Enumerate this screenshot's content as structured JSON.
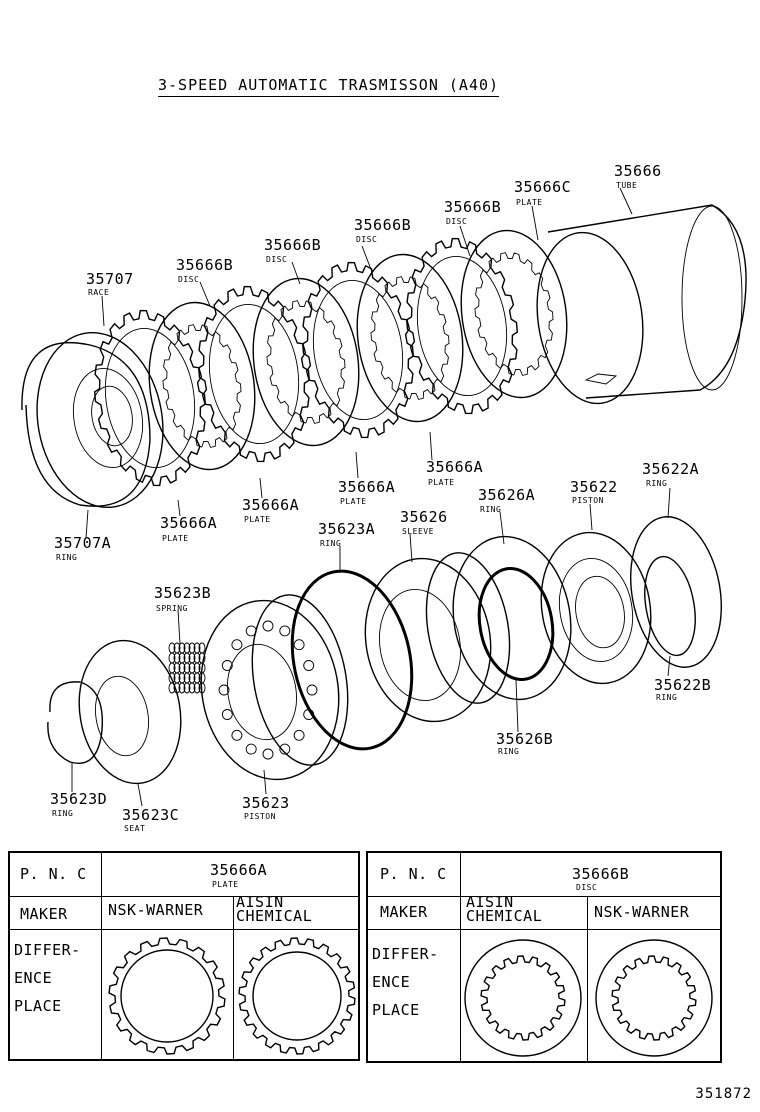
{
  "title": "3-SPEED AUTOMATIC TRASMISSON (A40)",
  "parts": [
    {
      "pnc": "35666",
      "name": "TUBE",
      "icon": "tube"
    },
    {
      "pnc": "35666C",
      "name": "PLATE",
      "icon": "plate"
    },
    {
      "pnc": "35666B",
      "name": "DISC",
      "icon": "disc"
    },
    {
      "pnc": "35666B",
      "name": "DISC",
      "icon": "disc"
    },
    {
      "pnc": "35666B",
      "name": "DISC",
      "icon": "disc"
    },
    {
      "pnc": "35666B",
      "name": "DISC",
      "icon": "disc"
    },
    {
      "pnc": "35707",
      "name": "RACE",
      "icon": "race"
    },
    {
      "pnc": "35666A",
      "name": "PLATE",
      "icon": "plate"
    },
    {
      "pnc": "35666A",
      "name": "PLATE",
      "icon": "plate"
    },
    {
      "pnc": "35666A",
      "name": "PLATE",
      "icon": "plate"
    },
    {
      "pnc": "35666A",
      "name": "PLATE",
      "icon": "plate"
    },
    {
      "pnc": "35707A",
      "name": "RING",
      "icon": "ring"
    },
    {
      "pnc": "35623A",
      "name": "RING",
      "icon": "ring"
    },
    {
      "pnc": "35626",
      "name": "SLEEVE",
      "icon": "sleeve"
    },
    {
      "pnc": "35626A",
      "name": "RING",
      "icon": "ring"
    },
    {
      "pnc": "35622",
      "name": "PISTON",
      "icon": "piston"
    },
    {
      "pnc": "35622A",
      "name": "RING",
      "icon": "ring"
    },
    {
      "pnc": "35623B",
      "name": "SPRING",
      "icon": "spring"
    },
    {
      "pnc": "35622B",
      "name": "RING",
      "icon": "ring"
    },
    {
      "pnc": "35626B",
      "name": "RING",
      "icon": "ring"
    },
    {
      "pnc": "35623D",
      "name": "RING",
      "icon": "ring"
    },
    {
      "pnc": "35623C",
      "name": "SEAT",
      "icon": "seat"
    },
    {
      "pnc": "35623",
      "name": "PISTON",
      "icon": "piston"
    }
  ],
  "tables": [
    {
      "pnc_label": "P. N. C",
      "pnc_value": "35666A",
      "pnc_sub": "PLATE",
      "maker_label": "MAKER",
      "makers": [
        "NSK-WARNER",
        "AISIN\nCHEMICAL"
      ],
      "difference_label": "DIFFER-\nENCE\nPLACE"
    },
    {
      "pnc_label": "P. N. C",
      "pnc_value": "35666B",
      "pnc_sub": "DISC",
      "maker_label": "MAKER",
      "makers": [
        "AISIN\nCHEMICAL",
        "NSK-WARNER"
      ],
      "difference_label": "DIFFER-\nENCE\nPLACE"
    }
  ],
  "document_id": "351872"
}
